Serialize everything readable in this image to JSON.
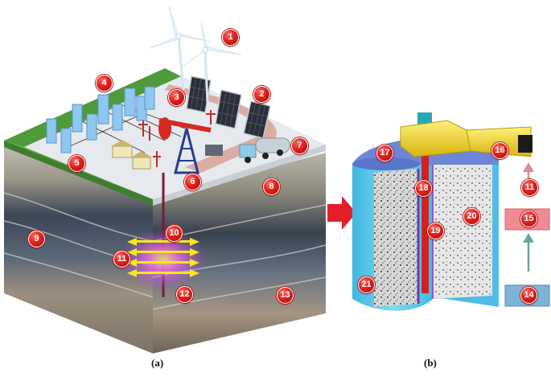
{
  "panels": {
    "a_label": "(a)",
    "b_label": "(b)"
  },
  "markers": [
    {
      "id": "m1",
      "label": "1"
    },
    {
      "id": "m2",
      "label": "2"
    },
    {
      "id": "m3",
      "label": "3"
    },
    {
      "id": "m4",
      "label": "4"
    },
    {
      "id": "m5",
      "label": "5"
    },
    {
      "id": "m6",
      "label": "6"
    },
    {
      "id": "m7",
      "label": "7"
    },
    {
      "id": "m8",
      "label": "8"
    },
    {
      "id": "m9",
      "label": "9"
    },
    {
      "id": "m10",
      "label": "10"
    },
    {
      "id": "m11a",
      "label": "11"
    },
    {
      "id": "m12",
      "label": "12"
    },
    {
      "id": "m13",
      "label": "13"
    },
    {
      "id": "m14",
      "label": "14"
    },
    {
      "id": "m15",
      "label": "15"
    },
    {
      "id": "m16",
      "label": "16"
    },
    {
      "id": "m17",
      "label": "17"
    },
    {
      "id": "m18",
      "label": "18"
    },
    {
      "id": "m19",
      "label": "19"
    },
    {
      "id": "m20",
      "label": "20"
    },
    {
      "id": "m21",
      "label": "21"
    },
    {
      "id": "m11b",
      "label": "11"
    }
  ],
  "colors": {
    "marker_red": "#e1201c",
    "grass": "#4f9a3a",
    "ground_top": "#e8ecef",
    "rock_dark": "#3a4656",
    "cavern_blue": "#5fc8e8",
    "duct_yellow": "#f2d21c",
    "arrow_red": "#e3202a",
    "box_pink": "#f08b94",
    "box_blue": "#7fb4d8",
    "arrow_teal": "#6aa898"
  }
}
